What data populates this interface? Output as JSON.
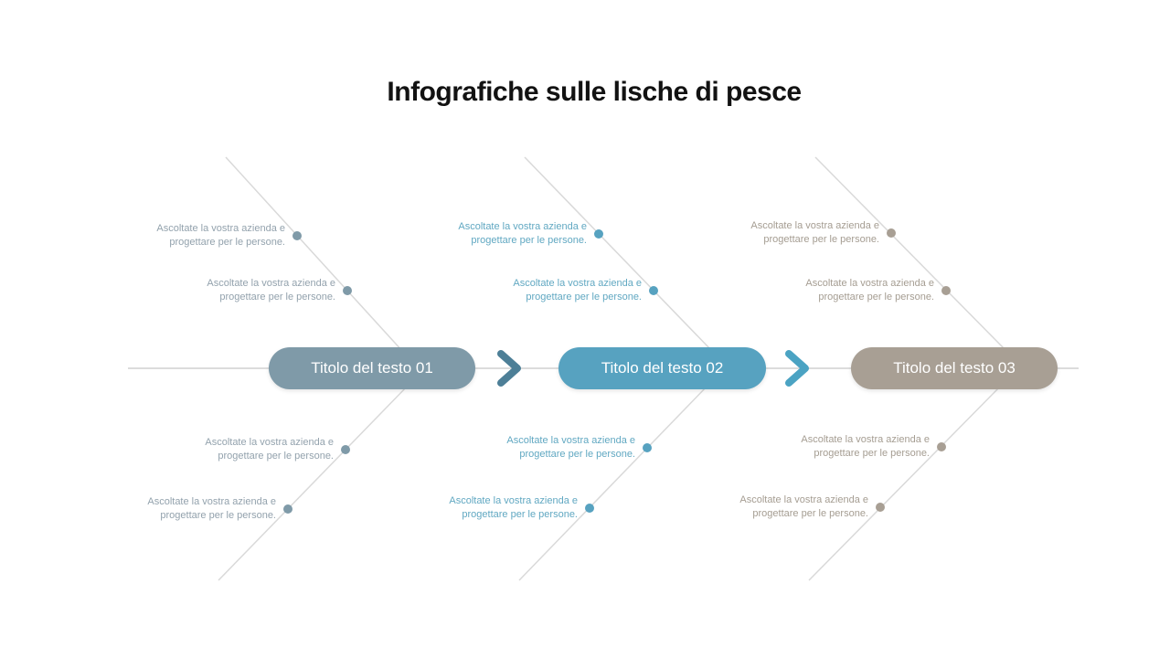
{
  "title": "Infografiche sulle lische di pesce",
  "note": {
    "line1": "Ascoltate la vostra azienda e",
    "line2": "progettare per le persone."
  },
  "sections": [
    {
      "pill": "Titolo del testo 01",
      "accent": "#7f9aa8",
      "note_text_color": "#93a2ad"
    },
    {
      "pill": "Titolo del testo 02",
      "accent": "#57a2c0",
      "note_text_color": "#61a8c2"
    },
    {
      "pill": "Titolo del testo 03",
      "accent": "#a89f94",
      "note_text_color": "#a59d92"
    }
  ],
  "arrows": [
    {
      "name": "chevron-right-icon",
      "color": "#4d7f97"
    },
    {
      "name": "chevron-right-icon",
      "color": "#4ba3c3"
    }
  ],
  "line_color": "#d9d9d9"
}
